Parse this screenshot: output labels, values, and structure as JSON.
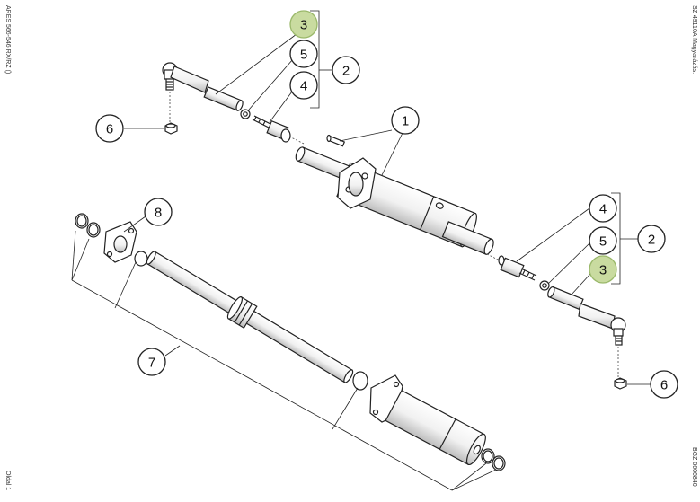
{
  "margin_text": {
    "left_top": "ARES 566-546 RX/RZ ()",
    "left_bottom": "Oldal 1",
    "right_top": "SZ 49110A  Magyarázás:",
    "right_bottom": "BGZ 0606840"
  },
  "callouts": {
    "c3a": "3",
    "c5a": "5",
    "c4a": "4",
    "c2a": "2",
    "c6a": "6",
    "c1": "1",
    "c8": "8",
    "c4b": "4",
    "c5b": "5",
    "c3b": "3",
    "c2b": "2",
    "c7": "7",
    "c6b": "6"
  },
  "colors": {
    "highlight_fill": "#c9dba0",
    "highlight_stroke": "#9ab86a",
    "line": "#222222"
  }
}
